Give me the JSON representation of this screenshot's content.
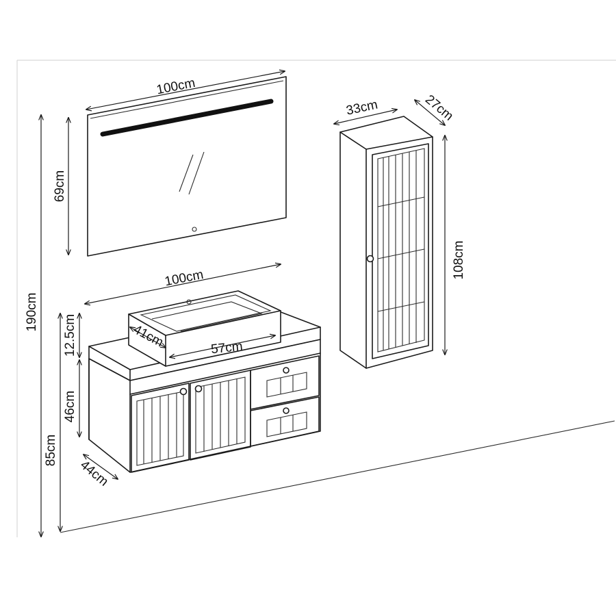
{
  "labels": {
    "mirror_width": "100cm",
    "mirror_height": "69cm",
    "cabinet_width": "33cm",
    "cabinet_depth": "27cm",
    "cabinet_height": "108cm",
    "unit_width": "100cm",
    "sink_depth": "41cm",
    "sink_width": "57cm",
    "sink_height": "12.5cm",
    "body_height": "46cm",
    "total_height": "190cm",
    "floor_height": "85cm",
    "unit_depth": "44cm"
  },
  "colors": {
    "line": "#1a1a1a",
    "background": "#ffffff"
  }
}
